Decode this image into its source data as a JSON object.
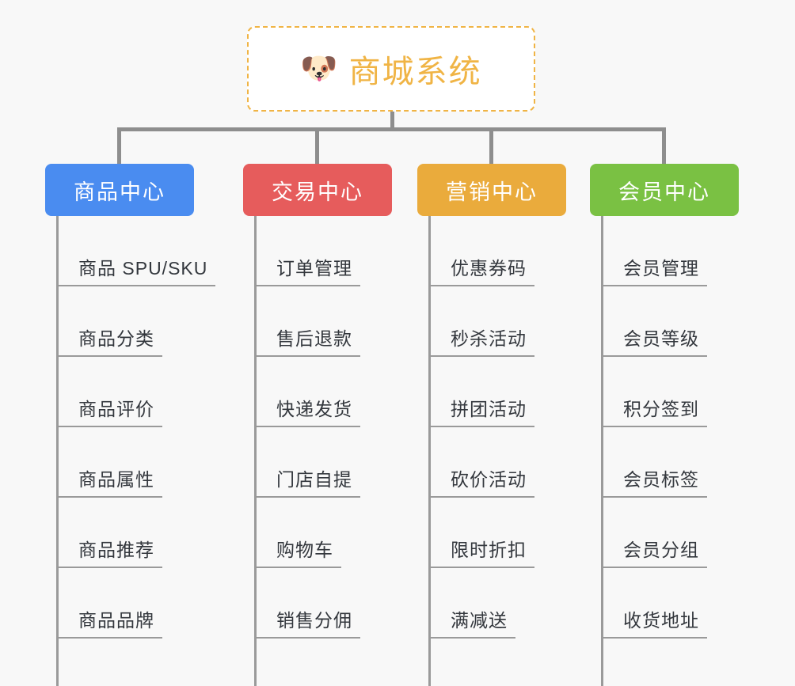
{
  "page": {
    "background_color": "#f8f8f8",
    "line_color": "#8e8e8e"
  },
  "root": {
    "title": "商城系统",
    "icon": "shiba-dog-face-emoji",
    "icon_glyph": "🐶",
    "text_color": "#f0b445",
    "border_color": "#f0b445",
    "background": "#ffffff"
  },
  "columns": [
    {
      "header": "商品中心",
      "color": "#4a8cf0",
      "items": [
        "商品 SPU/SKU",
        "商品分类",
        "商品评价",
        "商品属性",
        "商品推荐",
        "商品品牌"
      ]
    },
    {
      "header": "交易中心",
      "color": "#e65c5c",
      "items": [
        "订单管理",
        "售后退款",
        "快递发货",
        "门店自提",
        "购物车",
        "销售分佣"
      ]
    },
    {
      "header": "营销中心",
      "color": "#eaab3c",
      "items": [
        "优惠券码",
        "秒杀活动",
        "拼团活动",
        "砍价活动",
        "限时折扣",
        "满减送"
      ]
    },
    {
      "header": "会员中心",
      "color": "#7ac143",
      "items": [
        "会员管理",
        "会员等级",
        "积分签到",
        "会员标签",
        "会员分组",
        "收货地址"
      ]
    }
  ]
}
